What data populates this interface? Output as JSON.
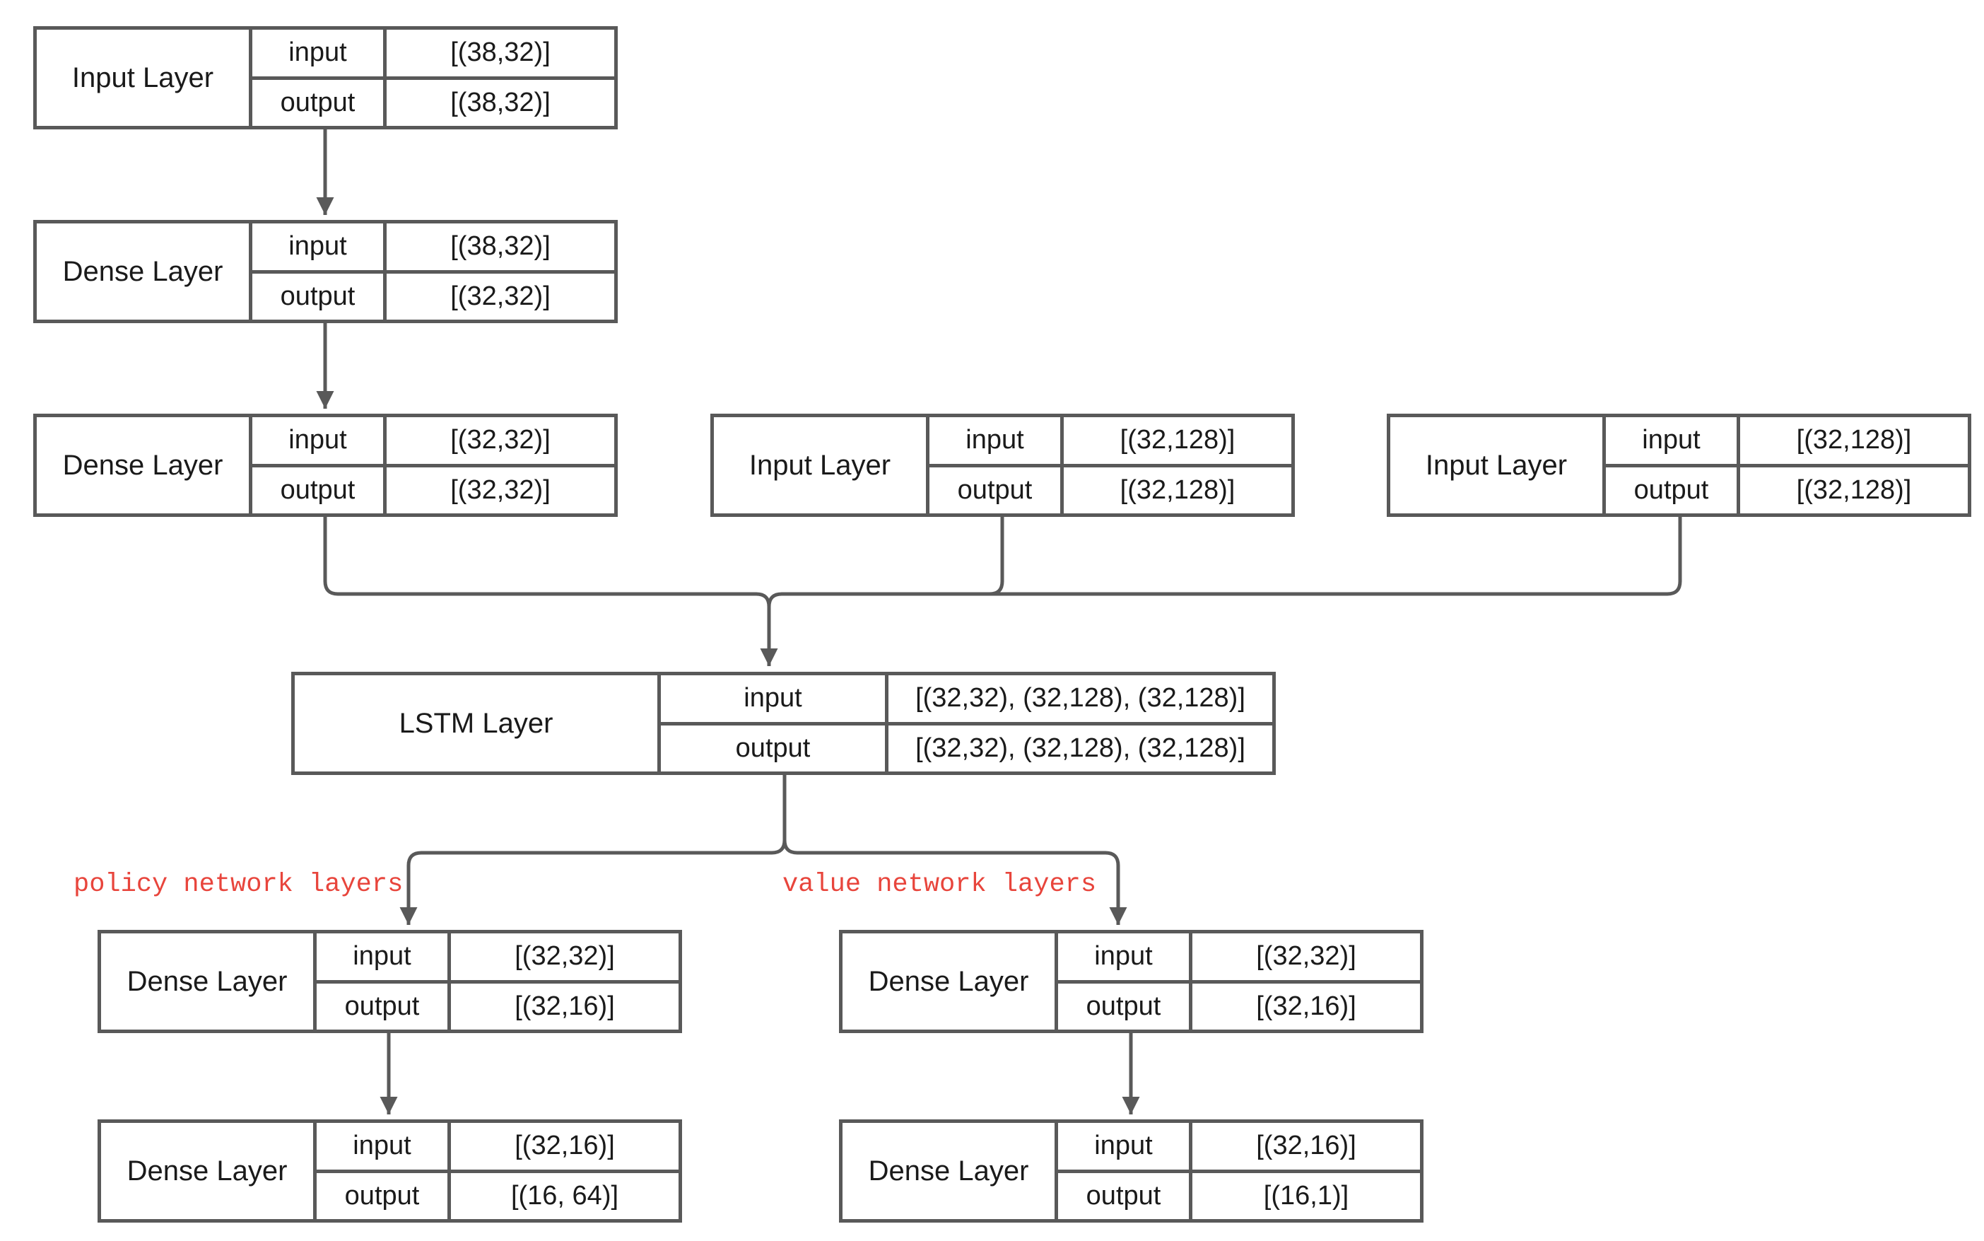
{
  "colors": {
    "line": "#595959",
    "annotation": "#e8453c",
    "text": "#1a1a1a"
  },
  "layers": {
    "input1": {
      "name": "Input Layer",
      "input_label": "input",
      "output_label": "output",
      "input": "[(38,32)]",
      "output": "[(38,32)]"
    },
    "dense1": {
      "name": "Dense Layer",
      "input_label": "input",
      "output_label": "output",
      "input": "[(38,32)]",
      "output": "[(32,32)]"
    },
    "dense2": {
      "name": "Dense Layer",
      "input_label": "input",
      "output_label": "output",
      "input": "[(32,32)]",
      "output": "[(32,32)]"
    },
    "input2": {
      "name": "Input Layer",
      "input_label": "input",
      "output_label": "output",
      "input": "[(32,128)]",
      "output": "[(32,128)]"
    },
    "input3": {
      "name": "Input Layer",
      "input_label": "input",
      "output_label": "output",
      "input": "[(32,128)]",
      "output": "[(32,128)]"
    },
    "lstm": {
      "name": "LSTM Layer",
      "input_label": "input",
      "output_label": "output",
      "input": "[(32,32), (32,128), (32,128)]",
      "output": "[(32,32), (32,128), (32,128)]"
    },
    "policy1": {
      "name": "Dense Layer",
      "input_label": "input",
      "output_label": "output",
      "input": "[(32,32)]",
      "output": "[(32,16)]"
    },
    "policy2": {
      "name": "Dense Layer",
      "input_label": "input",
      "output_label": "output",
      "input": "[(32,16)]",
      "output": "[(16, 64)]"
    },
    "value1": {
      "name": "Dense Layer",
      "input_label": "input",
      "output_label": "output",
      "input": "[(32,32)]",
      "output": "[(32,16)]"
    },
    "value2": {
      "name": "Dense Layer",
      "input_label": "input",
      "output_label": "output",
      "input": "[(32,16)]",
      "output": "[(16,1)]"
    }
  },
  "annotations": {
    "policy": "policy network layers",
    "value": "value network layers"
  }
}
